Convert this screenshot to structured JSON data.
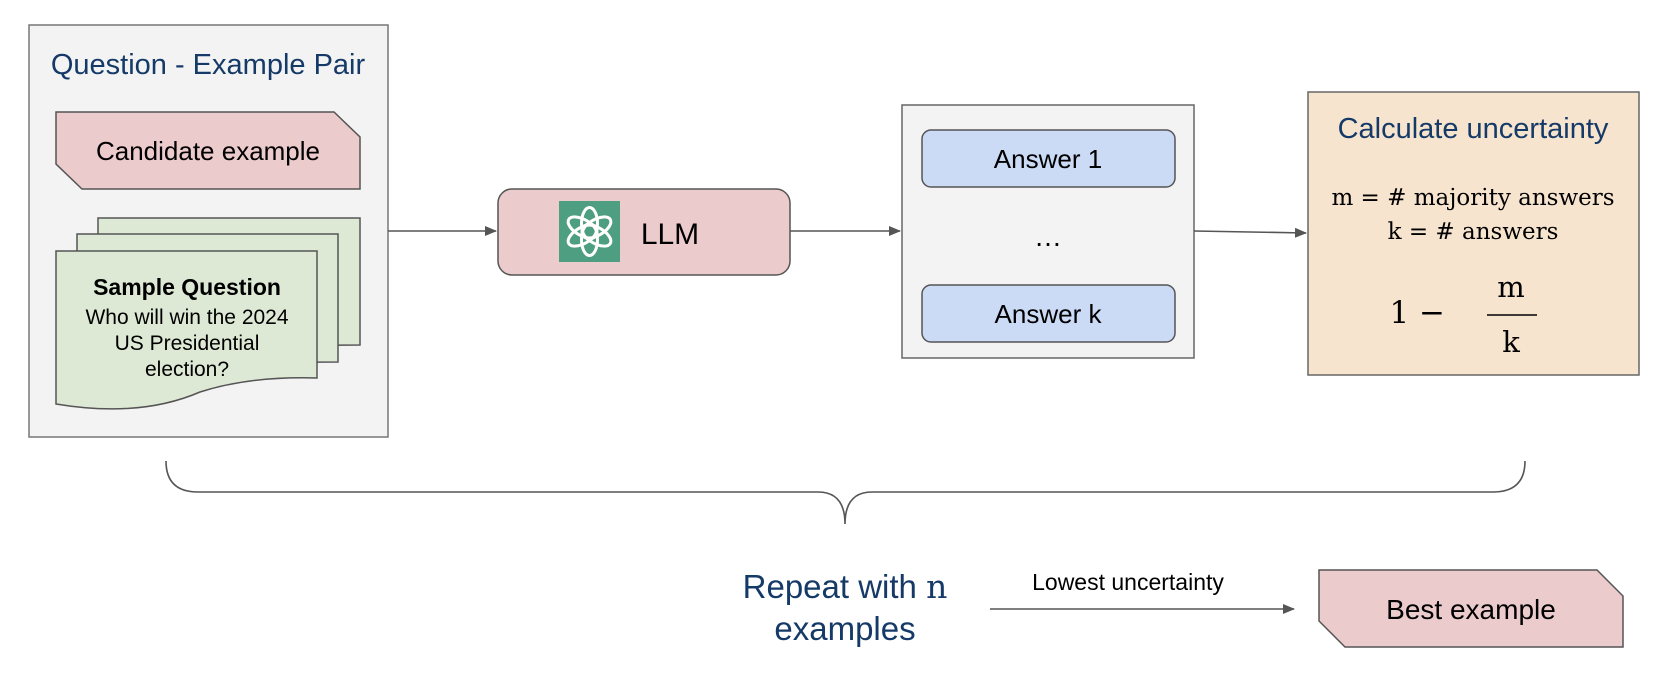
{
  "question_example_pair": {
    "title": "Question - Example Pair",
    "candidate_label": "Candidate example",
    "sample_question_title": "Sample Question",
    "sample_question_lines": [
      "Who will win the 2024",
      "US Presidential",
      "election?"
    ]
  },
  "llm": {
    "label": "LLM",
    "icon": "openai-logo-icon"
  },
  "answers": {
    "first": "Answer 1",
    "ellipsis": "…",
    "last": "Answer k"
  },
  "uncertainty": {
    "title": "Calculate uncertainty",
    "def_m": "m = # majority answers",
    "def_k": "k = # answers",
    "formula_lhs": "1 −",
    "formula_num": "m",
    "formula_den": "k"
  },
  "repeat": {
    "line1_prefix": "Repeat with ",
    "line1_var": "n",
    "line2": "examples"
  },
  "selection_arrow_label": "Lowest uncertainty",
  "best_example_label": "Best example",
  "colors": {
    "panel_gray": "#f3f3f3",
    "pink": "#eccbcd",
    "green": "#dde9d5",
    "blue": "#cbdaf5",
    "orange": "#f7e4cf",
    "title_navy": "#153a67",
    "openai_green": "#4e9e82",
    "stroke": "#555555"
  }
}
